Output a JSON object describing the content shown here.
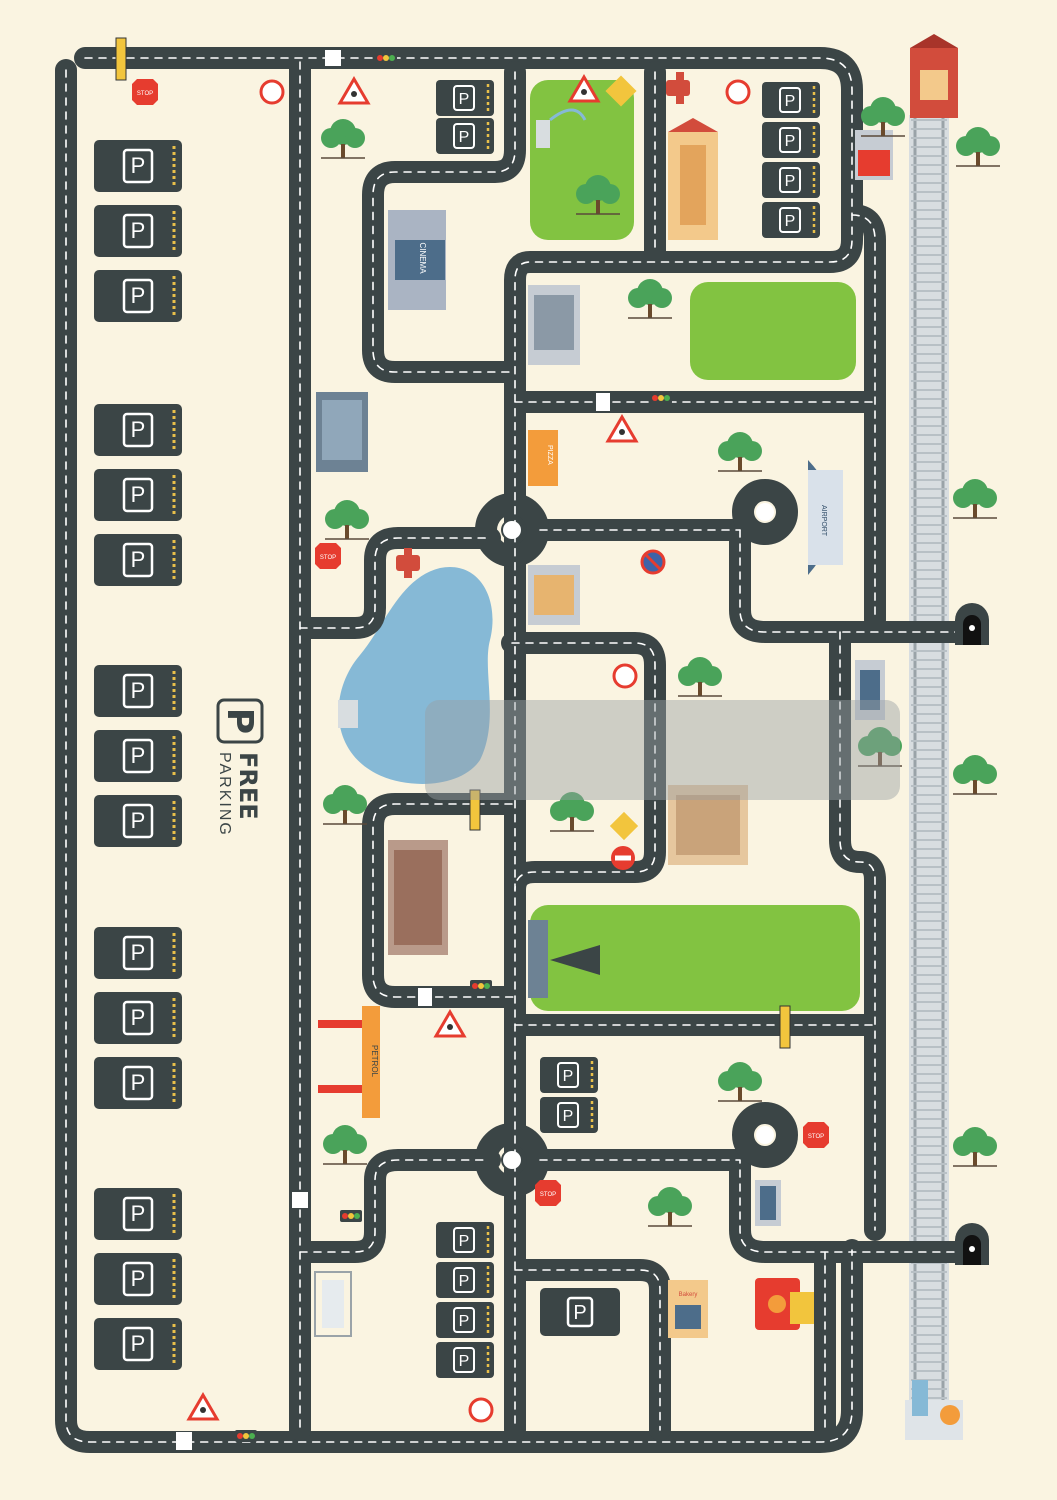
{
  "map": {
    "free_parking": {
      "letter": "P",
      "title": "FREE",
      "subtitle": "PARKING"
    },
    "parking_sign_letter": "P",
    "building_labels": {
      "cinema": "CINEMA",
      "airport": "AIRPORT",
      "pizza": "PIZZA",
      "petrol": "PETROL",
      "bakery": "Bakery"
    },
    "stop_sign_text": "STOP",
    "colors": {
      "background": "#faf4e1",
      "road": "#3b4546",
      "road_edge": "#2c3435",
      "lane_dash": "#ffffff",
      "park": "#82c341",
      "pond": "#86b9d6",
      "tree": "#4aa35a",
      "parking_tile": "#3b4546",
      "stop_red": "#e63c2f"
    },
    "icons": [
      "tree-icon",
      "traffic-light-icon",
      "stop-sign-icon",
      "pedestrian-crossing-sign-icon",
      "no-entry-sign-icon",
      "barrier-icon",
      "fire-hydrant-icon",
      "tunnel-icon",
      "train-track-icon"
    ]
  }
}
